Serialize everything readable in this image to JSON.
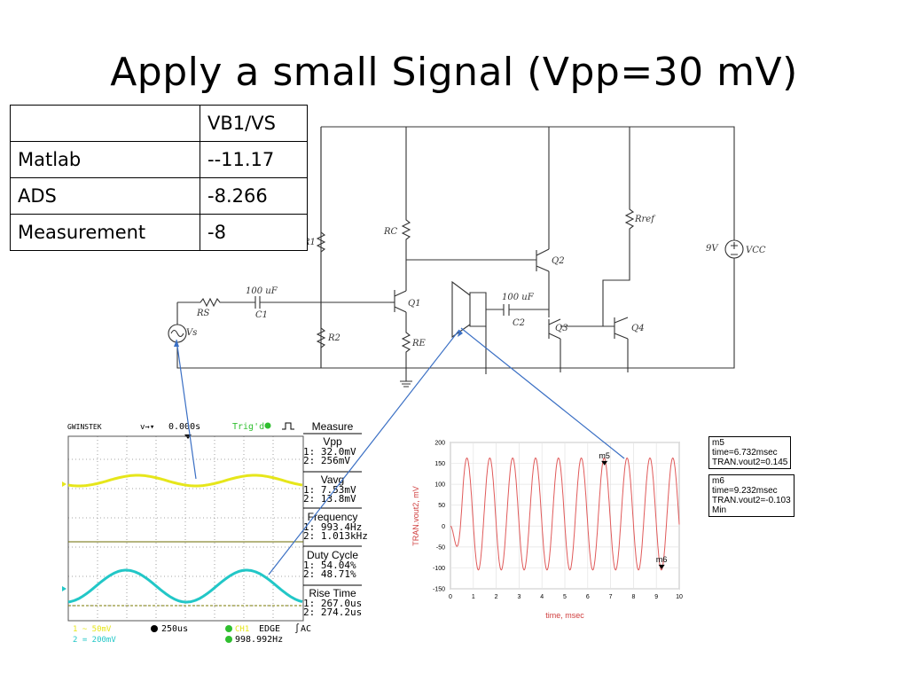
{
  "slide": {
    "title": "Apply a small Signal (Vpp=30 mV)"
  },
  "table": {
    "header": [
      "",
      "VB1/VS"
    ],
    "rows": [
      {
        "label": "Matlab",
        "value": "--11.17"
      },
      {
        "label": "ADS",
        "value": "-8.266"
      },
      {
        "label": "Measurement",
        "value": "-8"
      }
    ]
  },
  "circuit": {
    "labels": {
      "r1": "R1",
      "rc": "RC",
      "rref": "Rref",
      "q2": "Q2",
      "vcc_value": "9V",
      "vcc": "VCC",
      "cap1": "100 uF",
      "c1": "C1",
      "rs": "RS",
      "q1": "Q1",
      "vs": "Vs",
      "r2": "R2",
      "re": "RE",
      "cap2": "100 uF",
      "c2": "C2",
      "q3": "Q3",
      "q4": "Q4"
    }
  },
  "scope": {
    "brand": "GWINSTEK",
    "timebase_offset": "0.000s",
    "trig_label": "Trig'd",
    "measure_header": "Measure",
    "vpp": {
      "title": "Vpp",
      "ch1": "1: 32.0mV",
      "ch2": "2: 256mV"
    },
    "vavg": {
      "title": "Vavg",
      "ch1": "1: 7.53mV",
      "ch2": "2: 13.8mV"
    },
    "frequency": {
      "title": "Frequency",
      "ch1": "1: 993.4Hz",
      "ch2": "2: 1.013kHz"
    },
    "duty": {
      "title": "Duty Cycle",
      "ch1": "1: 54.04%",
      "ch2": "2: 48.71%"
    },
    "rise": {
      "title": "Rise Time",
      "ch1": "1: 267.0us",
      "ch2": "2: 274.2us"
    },
    "status": {
      "ch1_scale": "1 ~ 50mV",
      "ch2_scale": "2 = 200mV",
      "timebase": "250us",
      "trig_source": "CH1",
      "trig_mode": "EDGE",
      "coupling": "AC",
      "trig_freq": "998.992Hz"
    },
    "colors": {
      "ch1": "#e6e61a",
      "ch2": "#22c7c7",
      "background": "#ffffff"
    }
  },
  "sim": {
    "ylabel": "TRAN.vout2, mV",
    "xlabel": "time, msec",
    "m5": {
      "name": "m5",
      "line2": "time=6.732msec",
      "line3": "TRAN.vout2=0.145"
    },
    "m6": {
      "name": "m6",
      "line2": "time=9.232msec",
      "line3": "TRAN.vout2=-0.103",
      "line4": "Min"
    }
  },
  "chart_data": {
    "type": "line",
    "xlabel": "time, msec",
    "ylabel": "TRAN.vout2, mV",
    "xlim": [
      0,
      10
    ],
    "ylim": [
      -150,
      200
    ],
    "xticks": [
      0,
      1,
      2,
      3,
      4,
      5,
      6,
      7,
      8,
      9,
      10
    ],
    "yticks": [
      -150,
      -100,
      -50,
      0,
      50,
      100,
      150,
      200
    ],
    "grid": true,
    "series": [
      {
        "frequency_khz": 1,
        "peak": 163,
        "trough": -105,
        "color": "#e05a5a"
      }
    ],
    "markers": [
      {
        "name": "m5",
        "x": 6.732,
        "y": 145
      },
      {
        "name": "m6",
        "x": 9.232,
        "y": -103
      }
    ]
  }
}
